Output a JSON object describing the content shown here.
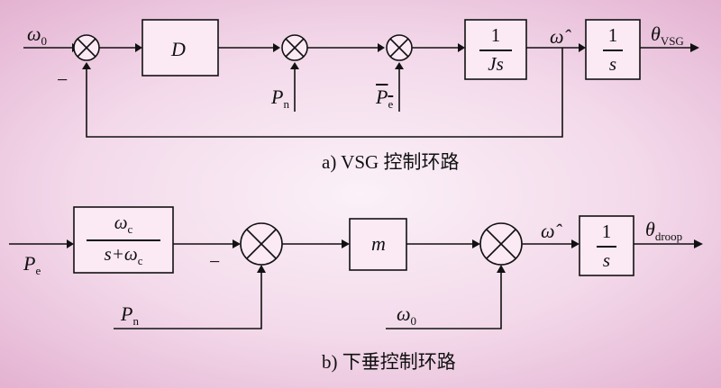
{
  "diagrams": {
    "vsg": {
      "caption": "a) VSG 控制环路",
      "input": "ω",
      "input_sub": "0",
      "feedback_sign": "−",
      "gain_block": "D",
      "p_n": "P",
      "p_n_sub": "n",
      "p_e": "P",
      "p_e_sub": "e",
      "inertia_num": "1",
      "inertia_den": "Js",
      "omega_hat": "ω̂",
      "integrator_num": "1",
      "integrator_den": "s",
      "output": "θ",
      "output_sub": "VSG"
    },
    "droop": {
      "caption": "b) 下垂控制环路",
      "input": "P",
      "input_sub": "e",
      "filter_num": "ω",
      "filter_num_sub": "c",
      "filter_den": "s+ω",
      "filter_den_sub": "c",
      "minus_sign": "−",
      "p_n": "P",
      "p_n_sub": "n",
      "gain_block": "m",
      "omega0": "ω",
      "omega0_sub": "0",
      "omega_hat": "ω̂",
      "integrator_num": "1",
      "integrator_den": "s",
      "output": "θ",
      "output_sub": "droop"
    }
  }
}
